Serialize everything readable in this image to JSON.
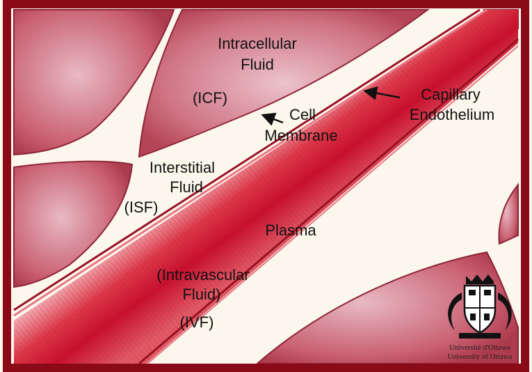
{
  "labels": {
    "icf_line1": "Intracellular",
    "icf_line2": "Fluid",
    "icf_abbr": "(ICF)",
    "cell_membrane_line1": "Cell",
    "cell_membrane_line2": "Membrane",
    "capillary_line1": "Capillary",
    "capillary_line2": "Endothelium",
    "isf_line1": "Interstitial",
    "isf_line2": "Fluid",
    "isf_abbr": "(ISF)",
    "plasma": "Plasma",
    "ivf_line1": "(Intravascular",
    "ivf_line2": "Fluid)",
    "ivf_abbr": "(IVF)"
  },
  "logo": {
    "line1": "Université d'Ottawa",
    "line2": "University of Ottawa"
  },
  "colors": {
    "cell_fill": "#c45a6c",
    "cell_light": "#e6b4be",
    "vessel_dark": "#c8102e",
    "vessel_mid": "#d84b58",
    "interstitial": "#fbf7ec",
    "frame": "#8a0a17"
  }
}
